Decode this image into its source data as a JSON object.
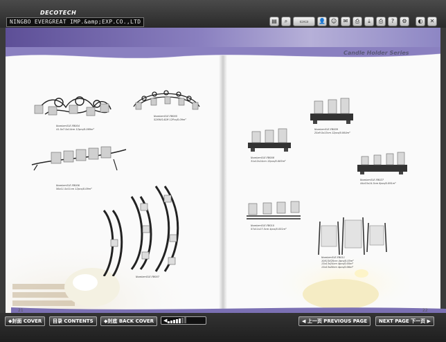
{
  "window": {
    "title": "NINGBO EVERGREAT IMP.&amp;EXP.CO.,LTD",
    "tools": [
      "▤",
      "⌕",
      "▭▭",
      "👤",
      "☺",
      "✉",
      "⎙",
      "⤓",
      "⎙",
      "?",
      "⚙",
      "◐",
      "✕"
    ]
  },
  "catalog": {
    "brand": "DECOTECH",
    "section_title": "Candle Holder Series",
    "page_left": "21",
    "page_right": "22"
  },
  "products": [
    {
      "number": "Number:ELE-FB004",
      "spec": "41.5x7.5x14cm 12pcs/0.069m³"
    },
    {
      "number": "Number:ELE-FB005",
      "spec": "52X9X14CM 12Pcs/0.09m³"
    },
    {
      "number": "Number:ELE-FB006",
      "spec": "56x11.5x11cm 12pcs/0.09m³"
    },
    {
      "number": "Number:ELE-FB007",
      "spec": ""
    },
    {
      "number": "Number:ELE-FB008",
      "spec": "31x12x14cm 12pcs/0.083m³"
    },
    {
      "number": "Number:ELE-FB009",
      "spec": "25x9.5x13cm 12pcs/0.064m³"
    },
    {
      "number": "Number:ELE-FB010",
      "spec": "57x11x17.5cm 4pcs/0.051m³"
    },
    {
      "number": "Number:ELE-FB011",
      "spec": "10X13X20cm 4pcs/0.03m³"
    },
    {
      "number": "Number:ELE-FB027",
      "spec": "44x15x14.5cm 6pcs/0.091m³"
    }
  ],
  "product_extra": {
    "fb011_line2": "13x13x24cm 4pcs/0.05m³",
    "fb011_line3": "13x13x28cm 4pcs/0.06m³"
  },
  "controls": {
    "cover": "◆封面 COVER",
    "contents": "目录 CONTENTS",
    "back_cover": "◆封底 BACK COVER",
    "volume_icon": "◀ ▶",
    "previous": "◀ 上一页 PREVIOUS PAGE",
    "next": "NEXT PAGE 下一页 ▶",
    "volume_level": 0.6
  },
  "colors": {
    "band": "#5d4f97",
    "ui_dark": "#2a2a2a"
  }
}
